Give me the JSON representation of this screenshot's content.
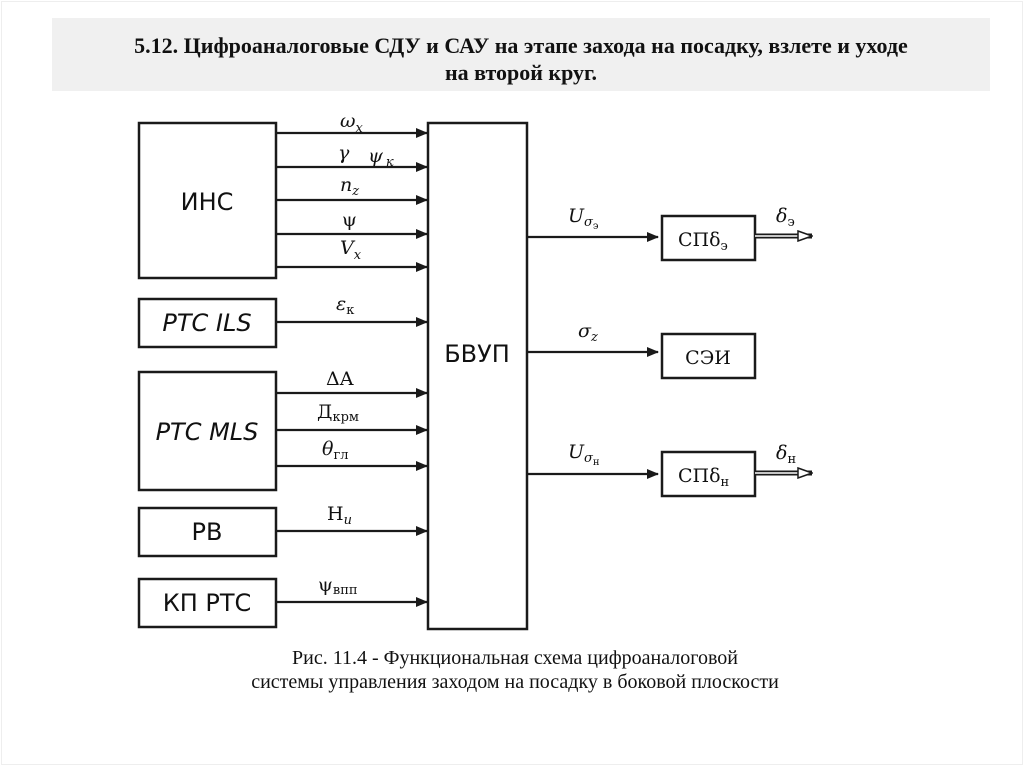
{
  "header": {
    "title_line1": "5.12. Цифроаналоговые СДУ и САУ на этапе захода на посадку, взлете и уходе",
    "title_line2": "на второй круг."
  },
  "diagram": {
    "central_block": "БВУП",
    "sources": [
      {
        "id": "ins",
        "label": "ИНС",
        "signals": [
          {
            "main": "ω",
            "sub": "x"
          },
          {
            "main": "γ",
            "sub": "",
            "extra": "ψ",
            "extra_sub": "к"
          },
          {
            "main": "n",
            "sub": "z"
          },
          {
            "main": "ψ",
            "sub": ""
          },
          {
            "main": "V",
            "sub": "x"
          },
          {
            "main": "",
            "sub": ""
          }
        ]
      },
      {
        "id": "rts-ils",
        "label": "PTC ILS",
        "signals": [
          {
            "main": "ε",
            "sub": "к"
          }
        ]
      },
      {
        "id": "rts-mls",
        "label": "PTC MLS",
        "signals": [
          {
            "main": "ΔA",
            "sub": ""
          },
          {
            "main": "Д",
            "sub": "крм"
          },
          {
            "main": "θ",
            "sub": "гл"
          }
        ]
      },
      {
        "id": "rv",
        "label": "PB",
        "signals": [
          {
            "main": "H",
            "sub": "и"
          }
        ]
      },
      {
        "id": "kp-rts",
        "label": "КП РТС",
        "signals": [
          {
            "main": "ψ",
            "sub": "впп"
          }
        ]
      }
    ],
    "outputs": [
      {
        "id": "sp-elev",
        "signal_main": "U",
        "signal_sub": "σ",
        "signal_subsub": "э",
        "block": "СПδ",
        "block_sub": "э",
        "out_main": "δ",
        "out_sub": "э"
      },
      {
        "id": "sei",
        "signal_main": "σ",
        "signal_sub": "z",
        "signal_subsub": "",
        "block": "СЭИ",
        "block_sub": "",
        "out_main": "",
        "out_sub": ""
      },
      {
        "id": "sp-rud",
        "signal_main": "U",
        "signal_sub": "σ",
        "signal_subsub": "н",
        "block": "СПδ",
        "block_sub": "н",
        "out_main": "δ",
        "out_sub": "н"
      }
    ]
  },
  "caption": {
    "line1": "Рис. 11.4 - Функциональная схема цифроаналоговой",
    "line2": "системы управления заходом на посадку в боковой плоскости"
  }
}
